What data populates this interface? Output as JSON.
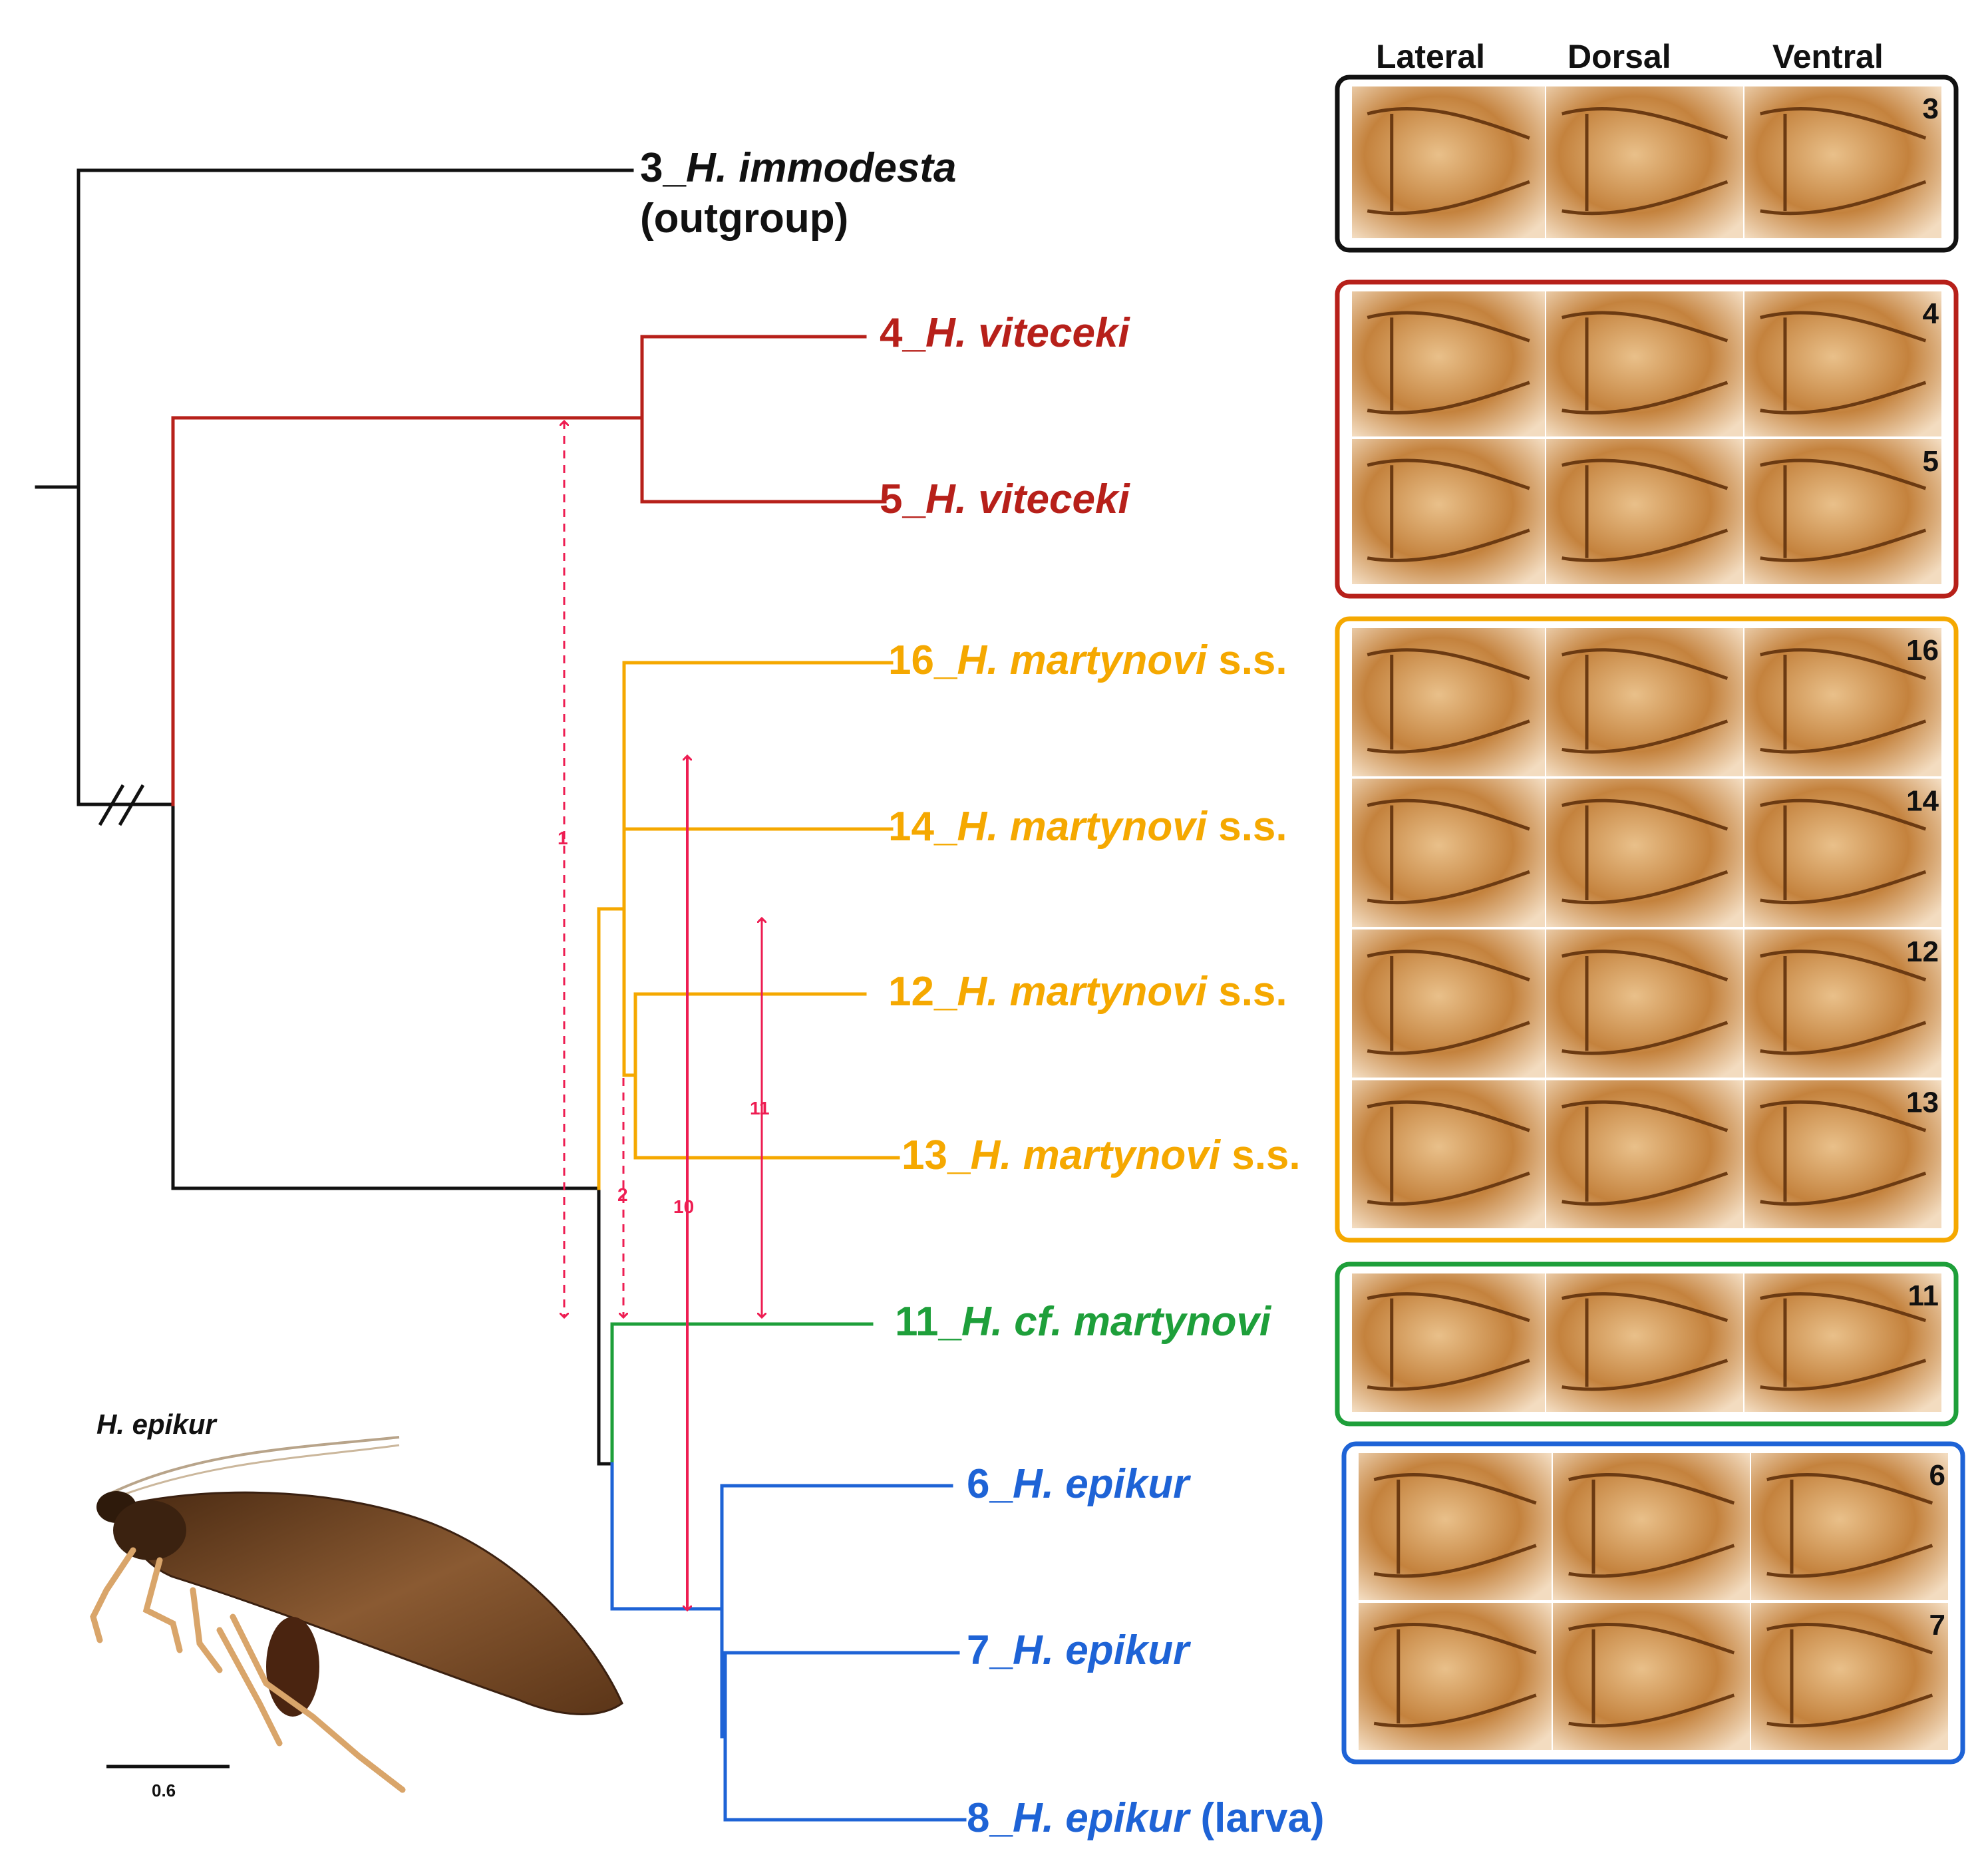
{
  "column_headers": [
    "Lateral",
    "Dorsal",
    "Ventral"
  ],
  "taxa": [
    {
      "id": "t3",
      "prefix": "3_",
      "name": "H. immodesta",
      "suffix": "",
      "line2": "(outgroup)",
      "color": "#111111"
    },
    {
      "id": "t4",
      "prefix": "4_",
      "name": "H. viteceki",
      "suffix": "",
      "color": "#b7201a"
    },
    {
      "id": "t5",
      "prefix": "5_",
      "name": "H. viteceki",
      "suffix": "",
      "color": "#b7201a"
    },
    {
      "id": "t16",
      "prefix": "16_",
      "name": "H. martynovi",
      "suffix": " s.s.",
      "color": "#f5a800"
    },
    {
      "id": "t14",
      "prefix": "14_",
      "name": "H. martynovi",
      "suffix": " s.s.",
      "color": "#f5a800"
    },
    {
      "id": "t12",
      "prefix": "12_",
      "name": "H. martynovi",
      "suffix": " s.s.",
      "color": "#f5a800"
    },
    {
      "id": "t13",
      "prefix": "13_",
      "name": "H. martynovi",
      "suffix": " s.s.",
      "color": "#f5a800"
    },
    {
      "id": "t11",
      "prefix": "11_",
      "name": "H. cf. martynovi",
      "suffix": "",
      "color": "#1e9f3a"
    },
    {
      "id": "t6",
      "prefix": "6_",
      "name": "H. epikur",
      "suffix": "",
      "color": "#1e63d6"
    },
    {
      "id": "t7",
      "prefix": "7_",
      "name": "H. epikur",
      "suffix": "",
      "color": "#1e63d6"
    },
    {
      "id": "t8",
      "prefix": "8_",
      "name": "H. epikur",
      "suffix": " (larva)",
      "color": "#1e63d6"
    }
  ],
  "groups": [
    {
      "id": "g-outgroup",
      "color": "#111111",
      "panels": [
        "3"
      ]
    },
    {
      "id": "g-viteceki",
      "color": "#b7201a",
      "panels": [
        "4",
        "5"
      ]
    },
    {
      "id": "g-martynovi",
      "color": "#f5a800",
      "panels": [
        "16",
        "14",
        "12",
        "13"
      ]
    },
    {
      "id": "g-cf-martynovi",
      "color": "#1e9f3a",
      "panels": [
        "11"
      ]
    },
    {
      "id": "g-epikur",
      "color": "#1e63d6",
      "panels": [
        "6",
        "7"
      ]
    }
  ],
  "comparison_arrows": [
    {
      "label": "1",
      "style": "dashed"
    },
    {
      "label": "2",
      "style": "dashed"
    },
    {
      "label": "10",
      "style": "solid"
    },
    {
      "label": "11",
      "style": "solid"
    }
  ],
  "inset": {
    "caption": "H. epikur",
    "scale_label": "0.6"
  },
  "colors": {
    "arrow": "#ee1d52",
    "photo_base": "#c98a45",
    "photo_dark": "#6b3a12"
  }
}
